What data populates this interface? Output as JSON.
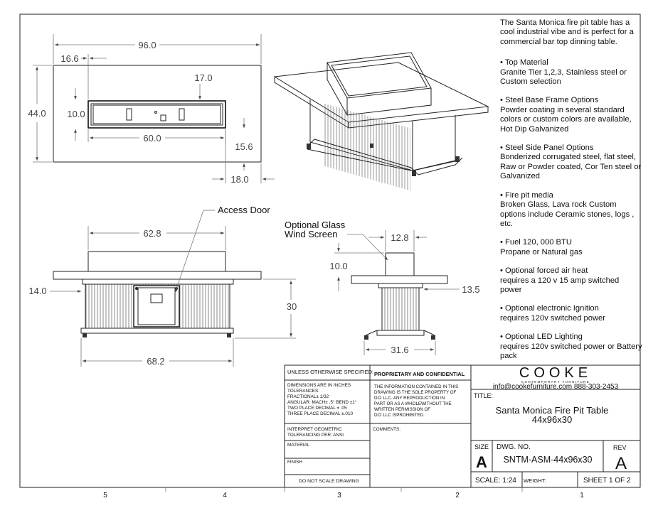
{
  "notes": {
    "intro": "The Santa Monica fire pit table has a cool industrial vibe and is perfect for a commercial bar top dinning table.",
    "items": [
      {
        "title": "Top Material",
        "body": "Granite Tier 1,2,3, Stainless steel or Custom selection"
      },
      {
        "title": "Steel Base Frame Options",
        "body": "Powder coating in several standard colors or custom colors are available, Hot Dip Galvanized"
      },
      {
        "title": "Steel Side Panel Options",
        "body": "Bonderized corrugated steel, flat steel, Raw or Powder coated, Cor Ten steel or Galvanized"
      },
      {
        "title": "Fire pit media",
        "body": "Broken Glass, Lava rock Custom options include Ceramic stones, logs , etc."
      },
      {
        "title": "Fuel  120, 000 BTU",
        "body": "Propane or Natural gas"
      },
      {
        "title": "Optional forced air heat",
        "body": "requires a 120 v 15 amp switched power"
      },
      {
        "title": "Optional electronic Ignition",
        "body": "requires 120v switched power"
      },
      {
        "title": "Optional LED Lighting",
        "body": "requires 120v switched power or Battery pack"
      }
    ]
  },
  "top_view": {
    "dim_length": "96.0",
    "dim_width": "44.0",
    "dim_offset_x": "16.6",
    "dim_burner_len": "17.0",
    "dim_pit_width": "10.0",
    "dim_pit_length": "60.0",
    "dim_offset_y": "15.6",
    "dim_end": "18.0"
  },
  "front_view": {
    "callout": "Access Door",
    "dim_screen_len": "62.8",
    "dim_top_thick": "14.0",
    "dim_height": "30",
    "dim_base_len": "68.2"
  },
  "side_view": {
    "callout_line1": "Optional Glass",
    "callout_line2": "Wind Screen",
    "dim_screen_w": "12.8",
    "dim_screen_h": "10.0",
    "dim_overhang": "13.5",
    "dim_base_w": "31.6"
  },
  "title_block": {
    "unless": "UNLESS OTHERWISE SPECIFIED:",
    "dims_line1": "DIMENSIONS ARE IN INCHES",
    "dims_line2": "TOLERANCES:",
    "dims_line3": "FRACTIONAL± 1/32",
    "dims_line4": "ANGULAR: MACH± .5° BEND ±1°",
    "dims_line5": "TWO PLACE DECIMAL    ± .05",
    "dims_line6": "THREE PLACE DECIMAL  ±.010",
    "interpret1": "INTERPRET GEOMETRIC",
    "interpret2": "TOLERANCING PER: ANSI",
    "material": "MATERIAL",
    "finish": "FINISH",
    "no_scale": "DO NOT SCALE DRAWING",
    "prop_title": "PROPRIETARY AND CONFIDENTIAL",
    "prop_1": "THE INFORMATION CONTAINED IN THIS",
    "prop_2": "DRAWING IS THE SOLE PROPERTY OF",
    "prop_3": "DCI LLC.  ANY REPRODUCTION IN",
    "prop_4": "PART OR AS A WHOLEWITHOUT THE",
    "prop_5": "WRITTEN PERMISSION OF",
    "prop_6": "DCI LLC ISPROHIBITED.",
    "comments": "COMMENTS:",
    "logo": "COOKE",
    "logo_sub": "CONTEMPORARY FURNITURE",
    "contact": "info@cookefurniture.com 888-303-2453",
    "title_label": "TITLE:",
    "title1": "Santa Monica Fire Pit Table",
    "title2": "44x96x30",
    "size_label": "SIZE",
    "size": "A",
    "dwg_label": "DWG.  NO.",
    "dwg_no": "SNTM-ASM-44x96x30",
    "rev_label": "REV",
    "rev": "A",
    "scale": "SCALE: 1:24",
    "weight": "WEIGHT:",
    "sheet": "SHEET 1 OF 2"
  },
  "zones": [
    "5",
    "4",
    "3",
    "2",
    "1"
  ]
}
